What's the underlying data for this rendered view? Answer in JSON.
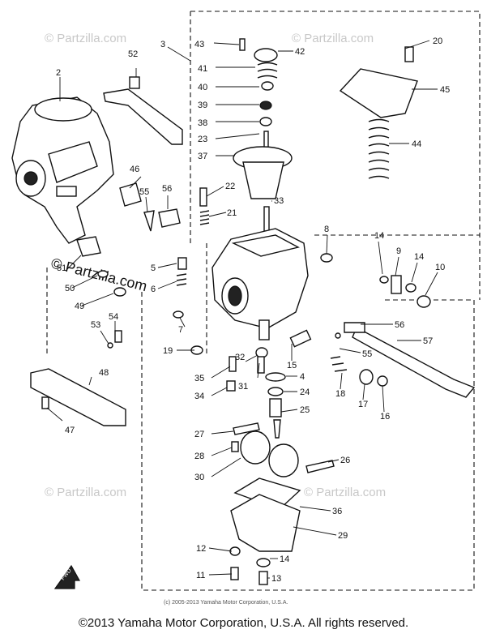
{
  "watermark": "© Partzilla.com",
  "inner_notice": "(c) 2005-2013 Yamaha Motor Corporation, U.S.A.",
  "footer": {
    "copyright": "©2013 Yamaha Motor Corporation, U.S.A. All rights reserved."
  },
  "fwd_label": "FWD",
  "callouts": {
    "n2": "2",
    "n3": "3",
    "n4": "4",
    "n5": "5",
    "n6": "6",
    "n7": "7",
    "n8": "8",
    "n9": "9",
    "n10": "10",
    "n11": "11",
    "n12": "12",
    "n13": "13",
    "n14a": "14",
    "n14b": "14",
    "n14c": "14",
    "n15": "15",
    "n16": "16",
    "n17": "17",
    "n18": "18",
    "n19": "19",
    "n20": "20",
    "n21": "21",
    "n22": "22",
    "n23": "23",
    "n24": "24",
    "n25": "25",
    "n26": "26",
    "n27": "27",
    "n28": "28",
    "n29": "29",
    "n30": "30",
    "n31": "31",
    "n32": "32",
    "n33": "33",
    "n34": "34",
    "n35": "35",
    "n36": "36",
    "n37": "37",
    "n38": "38",
    "n39": "39",
    "n40": "40",
    "n41": "41",
    "n42": "42",
    "n43": "43",
    "n44": "44",
    "n45": "45",
    "n46": "46",
    "n47": "47",
    "n48": "48",
    "n49": "49",
    "n50": "50",
    "n51": "51",
    "n52": "52",
    "n53": "53",
    "n54": "54",
    "n55a": "55",
    "n55b": "55",
    "n56a": "56",
    "n56b": "56",
    "n57": "57"
  }
}
